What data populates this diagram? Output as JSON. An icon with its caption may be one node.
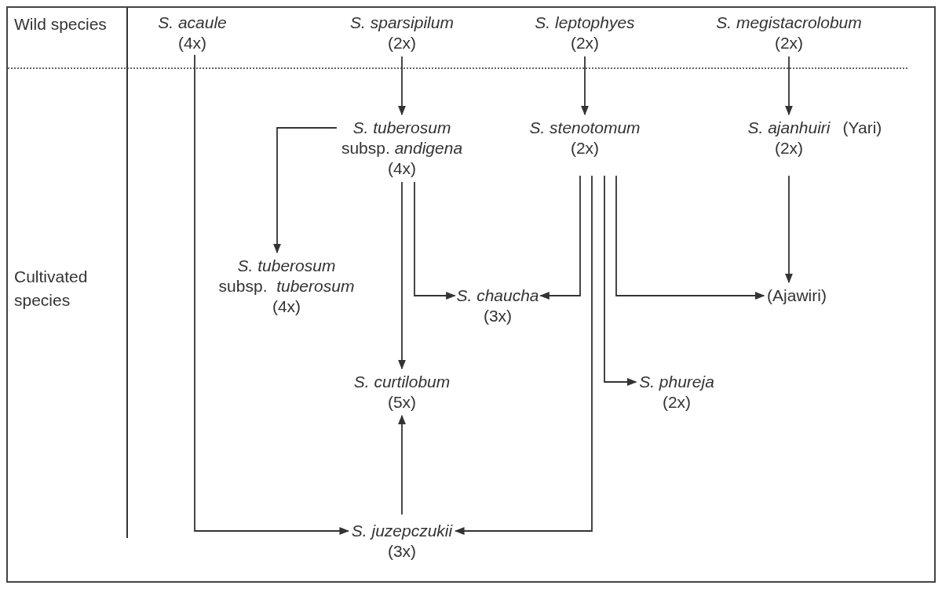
{
  "diagram": {
    "nodes": [
      {
        "text": [
          "S. acaule",
          "(4x)"
        ]
      },
      {
        "text": [
          "S. sparsipilum",
          "(2x)"
        ]
      },
      {
        "text": [
          "S. leptophyes",
          "(2x)"
        ]
      },
      {
        "text": [
          "S. megistacrolobum",
          "(2x)"
        ]
      },
      {
        "text": [
          "S. tuberosum",
          "subsp. *andigena*",
          "(4x)"
        ]
      },
      {
        "text": [
          "S. stenotomum",
          "(2x)"
        ]
      },
      {
        "text": [
          "S. ajanhuiri",
          "(2x)"
        ],
        "beside": [
          "(Yari)"
        ]
      },
      {
        "text": [
          "S. tuberosum",
          "subsp.  *tuberosum*",
          "(4x)"
        ]
      },
      {
        "text": [
          "S. chaucha",
          "(3x)"
        ]
      },
      {
        "text": [
          "(Ajawiri)"
        ]
      },
      {
        "text": [
          "S. curtilobum",
          "(5x)"
        ]
      },
      {
        "text": [
          "S. phureja",
          "(2x)"
        ]
      },
      {
        "text": [
          "S. juzepczukii",
          "(3x)"
        ]
      }
    ],
    "edges": [
      {
        "from": 1,
        "to": 4,
        "arrow": "to"
      },
      {
        "from": 2,
        "to": 5,
        "arrow": "to"
      },
      {
        "from": 3,
        "to": 6,
        "arrow": "to"
      },
      {
        "from": 4,
        "to": 7,
        "arrow": "to"
      },
      {
        "from": 4,
        "to": 8,
        "arrow": "to"
      },
      {
        "from": 4,
        "to": 10,
        "arrow": "to"
      },
      {
        "from": 5,
        "to": 8,
        "arrow": "to"
      },
      {
        "from": 5,
        "to": 12,
        "arrow": "to"
      },
      {
        "from": 5,
        "to": 11,
        "arrow": "to"
      },
      {
        "from": 5,
        "to": 9,
        "arrow": "to"
      },
      {
        "from": 6,
        "to": 9,
        "arrow": "to"
      },
      {
        "from": 0,
        "to": 12,
        "arrow": "to"
      },
      {
        "from": 12,
        "to": 10,
        "arrow": "to"
      }
    ],
    "labels": [
      "Wild species",
      "Cultivated species"
    ]
  }
}
